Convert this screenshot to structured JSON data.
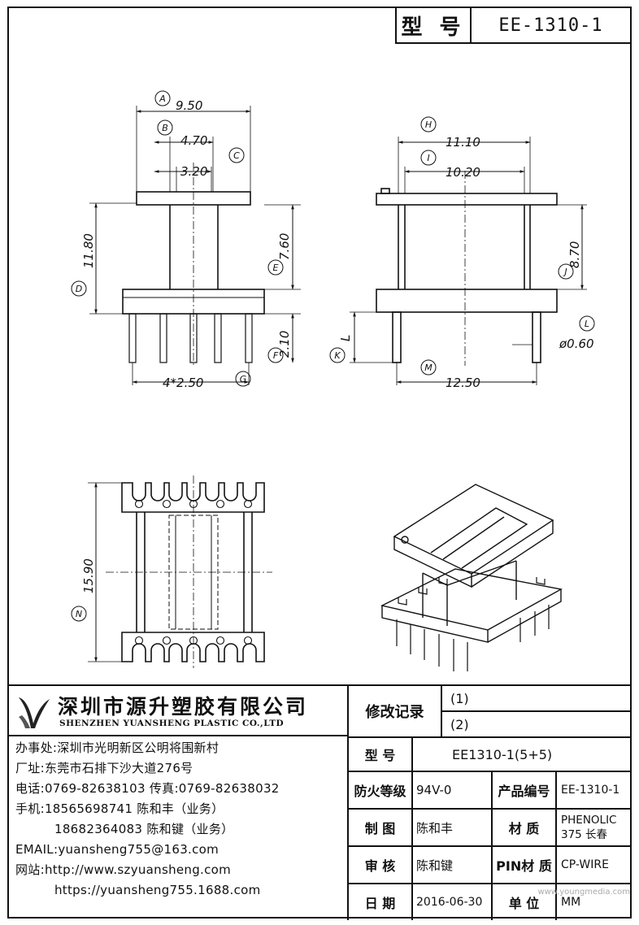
{
  "header": {
    "model_label": "型 号",
    "model_value": "EE-1310-1"
  },
  "drawing": {
    "front": {
      "A": "9.50",
      "B": "4.70",
      "C": "3.20",
      "D": "11.80",
      "E": "7.60",
      "F": "2.10",
      "G": "4*2.50"
    },
    "side": {
      "H": "11.10",
      "I": "10.20",
      "J": "8.70",
      "L": "ø0.60",
      "M": "12.50",
      "K": "L"
    },
    "bottom": {
      "N": "15.90"
    },
    "letters": {
      "a": "A",
      "b": "B",
      "c": "C",
      "d": "D",
      "e": "E",
      "f": "F",
      "g": "G",
      "h": "H",
      "i": "I",
      "j": "J",
      "k": "K",
      "l": "L",
      "m": "M",
      "n": "N"
    }
  },
  "company": {
    "name_cn": "深圳市源升塑胶有限公司",
    "name_en": "SHENZHEN YUANSHENG PLASTIC CO.,LTD"
  },
  "contact": {
    "office": "办事处:深圳市光明新区公明将围新村",
    "factory": "厂址:东莞市石排下沙大道276号",
    "phone": "电话:0769-82638103 传真:0769-82638032",
    "mobile1": "手机:18565698741 陈和丰（业务）",
    "mobile2": "18682364083 陈和键（业务）",
    "email": "EMAIL:yuansheng755@163.com",
    "web1": "网站:http://www.szyuansheng.com",
    "web2": "https://yuansheng755.1688.com"
  },
  "table": {
    "revision_label": "修改记录",
    "rev1": "(1)",
    "rev2": "(2)",
    "model_label": "型 号",
    "model_value": "EE1310-1(5+5)",
    "fire_label": "防火等级",
    "fire_value": "94V-0",
    "product_no_label": "产品编号",
    "product_no_value": "EE-1310-1",
    "drawn_label": "制 图",
    "drawn_value": "陈和丰",
    "material_label": "材 质",
    "material_value1": "PHENOLIC",
    "material_value2": "375 长春",
    "review_label": "审 核",
    "review_value": "陈和键",
    "pin_label": "PIN材 质",
    "pin_value": "CP-WIRE",
    "date_label": "日 期",
    "date_value": "2016-06-30",
    "unit_label": "单 位",
    "unit_value": "MM",
    "watermark": "www.youngmedia.com"
  }
}
